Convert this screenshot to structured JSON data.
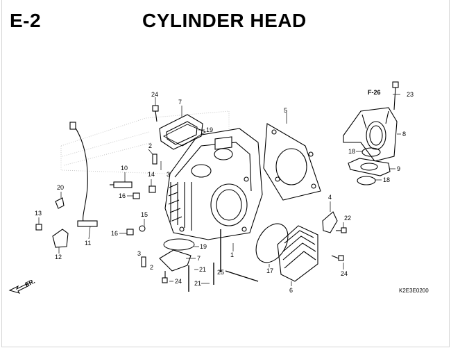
{
  "header": {
    "section": "E-2",
    "title": "CYLINDER HEAD"
  },
  "diagram": {
    "reference_code": "K2E3E0200",
    "direction_label": "FR.",
    "cross_reference": "F-26",
    "callouts": {
      "c2a": "2",
      "c2b": "2",
      "c3a": "3",
      "c3b": "3",
      "c4": "4",
      "c5": "5",
      "c6": "6",
      "c7a": "7",
      "c7b": "7",
      "c8": "8",
      "c9": "9",
      "c10": "10",
      "c11": "11",
      "c12": "12",
      "c13": "13",
      "c14": "14",
      "c15": "15",
      "c16a": "16",
      "c16b": "16",
      "c17": "17",
      "c18a": "18",
      "c18b": "18",
      "c19a": "19",
      "c19b": "19",
      "c20": "20",
      "c21a": "21",
      "c21b": "21",
      "c22": "22",
      "c23": "23",
      "c24a": "24",
      "c24b": "24",
      "c24c": "24",
      "c25": "25",
      "c1": "1"
    }
  }
}
